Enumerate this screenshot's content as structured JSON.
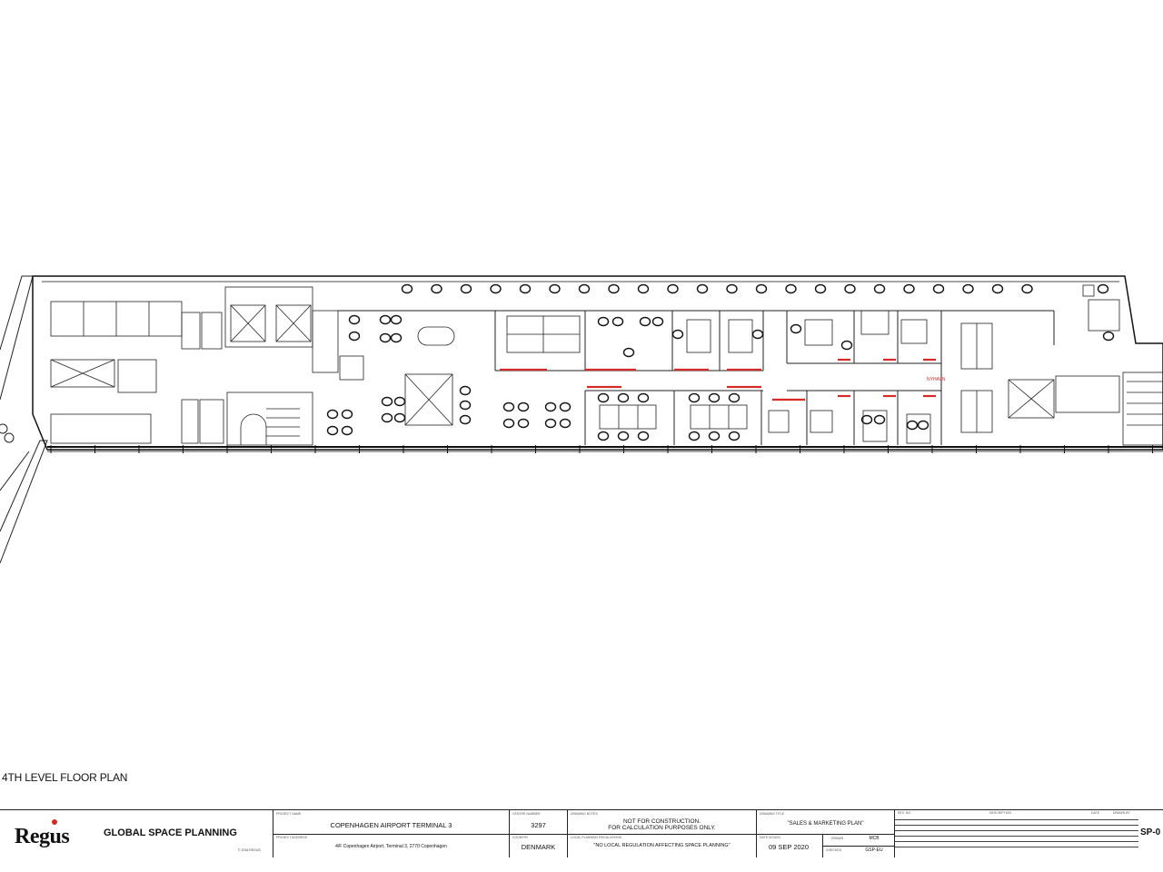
{
  "drawing": {
    "title": "4TH LEVEL FLOOR PLAN",
    "room_labels": [
      "NYHAVN"
    ]
  },
  "title_block": {
    "company": "Regus",
    "department": "GLOBAL SPACE PLANNING",
    "copyright": "© 2016 REGUS",
    "project_name_label": "PROJECT NAME",
    "project_name": "COPENHAGEN AIRPORT TERMINAL 3",
    "project_address_label": "PROJECT ADDRESS",
    "project_address": "4/F Copenhagen Airport, Terminal 3, 2770 Copenhagen",
    "centre_number_label": "CENTRE NUMBER",
    "centre_number": "3297",
    "country_label": "COUNTRY",
    "country": "DENMARK",
    "drawing_notes_label": "DRAWING NOTES",
    "drawing_notes_line1": "NOT FOR CONSTRUCTION.",
    "drawing_notes_line2": "FOR CALCULATION PURPOSES ONLY.",
    "local_regulations_label": "LOCAL PLANNING REGULATIONS",
    "local_regulations": "\"NO LOCAL REGULATION AFFECTING SPACE PLANNING\"",
    "drawing_title_label": "DRAWING TITLE",
    "drawing_title": "\"SALES & MARKETING PLAN\"",
    "date_label": "DATE ISSUED",
    "date": "09 SEP 2020",
    "drawn_label": "DRAWN",
    "drawn": "MCB",
    "checked_label": "CHECKED",
    "checked": "GSP-EU",
    "rev_label": "REV. NO.",
    "description_label": "DESCRIPTION",
    "rev_date_label": "DATE",
    "drawn_by_label": "DRAWN BY",
    "drawing_no": "SP-0"
  },
  "colors": {
    "annotation": "#d42a28",
    "line": "#111111"
  }
}
